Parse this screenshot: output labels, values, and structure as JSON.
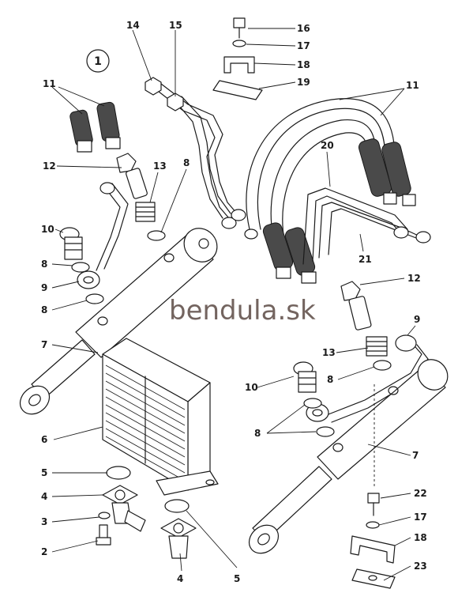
{
  "diagram": {
    "view_marker": "1",
    "watermark": "bendula.sk",
    "callouts": {
      "c14": "14",
      "c15": "15",
      "c16": "16",
      "c17a": "17",
      "c18a": "18",
      "c19": "19",
      "c11a": "11",
      "c11b": "11",
      "c12a": "12",
      "c13a": "13",
      "c8a": "8",
      "c20": "20",
      "c10a": "10",
      "c8b": "8",
      "c9a": "9",
      "c8c": "8",
      "c21": "21",
      "c12b": "12",
      "c9b": "9",
      "c7a": "7",
      "c13b": "13",
      "c8d": "8",
      "c10b": "10",
      "c6": "6",
      "c8e": "8",
      "c7b": "7",
      "c5a": "5",
      "c4a": "4",
      "c3": "3",
      "c2": "2",
      "c4b": "4",
      "c5b": "5",
      "c22": "22",
      "c17b": "17",
      "c18b": "18",
      "c23": "23"
    }
  }
}
